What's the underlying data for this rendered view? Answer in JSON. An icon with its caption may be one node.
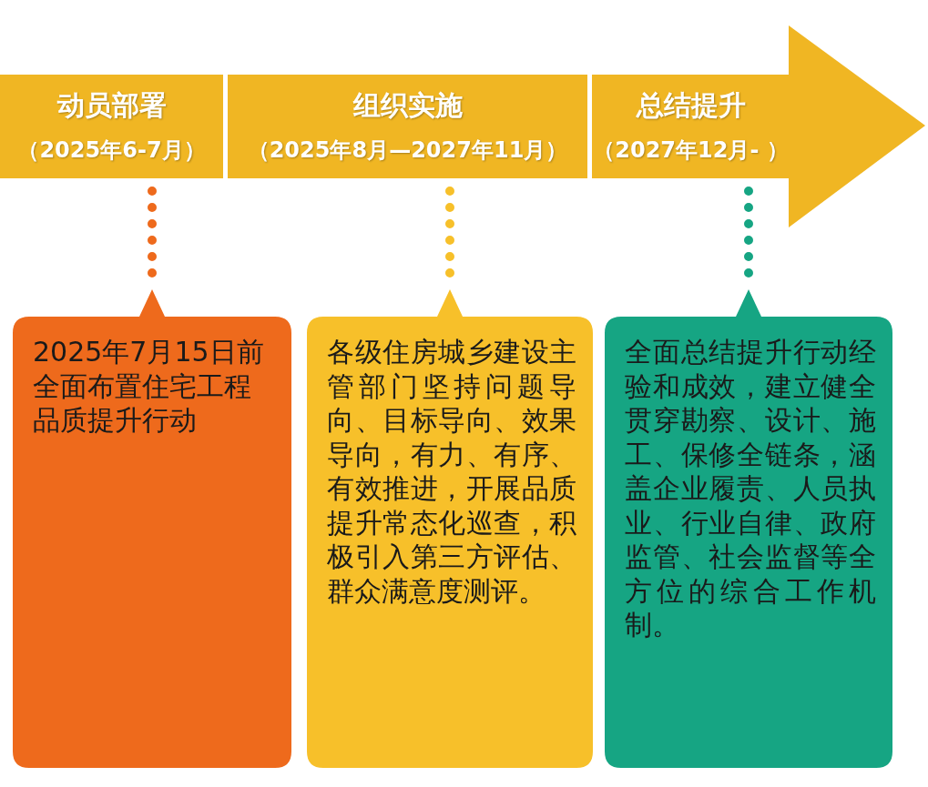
{
  "diagram": {
    "nodes": [
      {
        "text": [
          "动员部署",
          "（2025年6-7月）"
        ]
      },
      {
        "text": [
          "组织实施",
          "（2025年8月—2027年11月）"
        ]
      },
      {
        "text": [
          "总结提升",
          "（2027年12月-  ）"
        ]
      },
      {
        "text": [
          "2025年7月15日前全面布置住宅工程品质提升行动"
        ]
      },
      {
        "text": [
          "各级住房城乡建设主管部门坚持问题导向、目标导向、效果导向，有力、有序、有效推进，开展品质提升常态化巡查，积极引入第三方评估、群众满意度测评。"
        ]
      },
      {
        "text": [
          "全面总结提升行动经验和成效，建立健全贯穿勘察、设计、施工、保修全链条，涵盖企业履责、人员执业、行业自律、政府监管、社会监督等全方位的综合工作机制。"
        ]
      }
    ],
    "edges": [
      {
        "from": 0,
        "to": 3,
        "arrow": "none",
        "style": "dashed",
        "color": "#ee6a1c"
      },
      {
        "from": 1,
        "to": 4,
        "arrow": "none",
        "style": "dashed",
        "color": "#f7c02a"
      },
      {
        "from": 2,
        "to": 5,
        "arrow": "none",
        "style": "dashed",
        "color": "#16a583"
      }
    ]
  }
}
